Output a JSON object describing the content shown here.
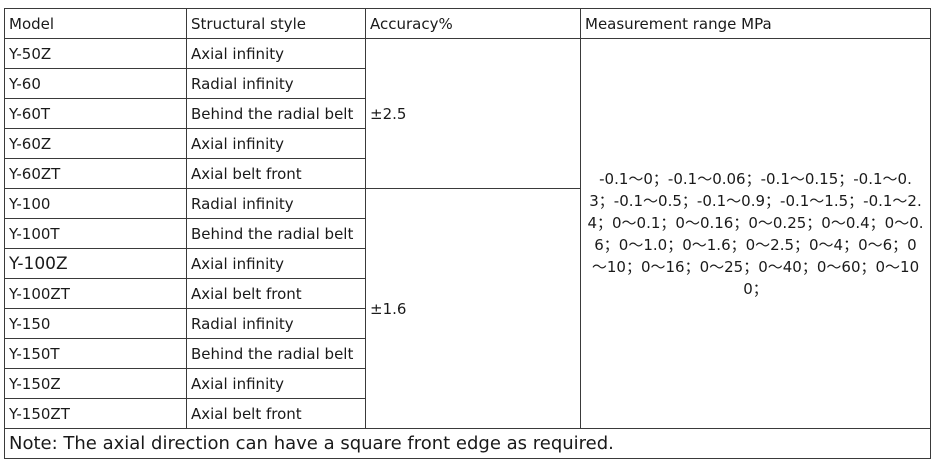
{
  "table": {
    "headers": {
      "model": "Model",
      "style": "Structural style",
      "accuracy": "Accuracy%",
      "range": "Measurement range MPa"
    },
    "rows": [
      {
        "model": "Y-50Z",
        "style": "Axial infinity"
      },
      {
        "model": "Y-60",
        "style": "Radial infinity"
      },
      {
        "model": "Y-60T",
        "style": "Behind the radial belt"
      },
      {
        "model": "Y-60Z",
        "style": "Axial infinity"
      },
      {
        "model": "Y-60ZT",
        "style": "Axial belt front"
      },
      {
        "model": "Y-100",
        "style": "Radial infinity"
      },
      {
        "model": "Y-100T",
        "style": "Behind the radial belt"
      },
      {
        "model": "Y-100Z",
        "style": "Axial infinity"
      },
      {
        "model": "Y-100ZT",
        "style": "Axial belt front"
      },
      {
        "model": "Y-150",
        "style": "Radial infinity"
      },
      {
        "model": "Y-150T",
        "style": "Behind the radial belt"
      },
      {
        "model": "Y-150Z",
        "style": "Axial infinity"
      },
      {
        "model": "Y-150ZT",
        "style": "Axial belt front"
      }
    ],
    "accuracy_groups": [
      "±2.5",
      "±1.6"
    ],
    "measurement_range": "-0.1～0；-0.1～0.06；-0.1～0.15；-0.1～0.3；-0.1～0.5；-0.1～0.9；-0.1～1.5；-0.1～2.4；0～0.1；0～0.16；0～0.25；0～0.4；0～0.6；0～1.0；0～1.6；0～2.5；0～4；0～6；0～10；0～16；0～25；0～40；0～60；0～100；",
    "note": "Note: The axial direction can have a square front edge as required."
  }
}
